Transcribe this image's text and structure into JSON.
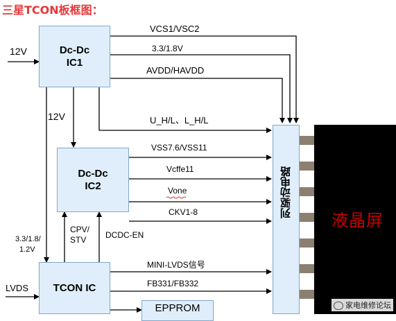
{
  "title": "三星TCON板框图：",
  "blocks": {
    "dcdc1": {
      "line1": "Dc-Dc",
      "line2": "IC1"
    },
    "dcdc2": {
      "line1": "Dc-Dc",
      "line2": "IC2"
    },
    "tcon": {
      "label": "TCON IC"
    },
    "eeprom": {
      "label": "EPPROM"
    },
    "driver": {
      "label": "列驱动电路"
    },
    "panel": {
      "label": "液晶屏"
    }
  },
  "signals": {
    "input_12v": "12V",
    "vcs": "VCS1/VSC2",
    "v33_18": "3.3/1.8V",
    "avdd": "AVDD/HAVDD",
    "ic1_to_ic2_12v": "12V",
    "uhl": "U_H/L、L_H/L",
    "vss": "VSS7.6/VSS11",
    "vcffe": "Vcffe11",
    "vone": "Vone",
    "ckv": "CKV1-8",
    "tcon_power": [
      "3.3/1.8/",
      "1.2V"
    ],
    "cpv_stv": [
      "CPV/",
      "STV"
    ],
    "dcdc_en": "DCDC-EN",
    "mini_lvds": "MINI-LVDS信号",
    "fb": "FB331/FB332",
    "lvds": "LVDS"
  },
  "watermark": "家电维修论坛",
  "colors": {
    "title": "#e6373a",
    "block_fill": "#dfeefa",
    "block_border": "#7fa7c9",
    "panel_text": "#cc0000",
    "panel": "#000000"
  }
}
